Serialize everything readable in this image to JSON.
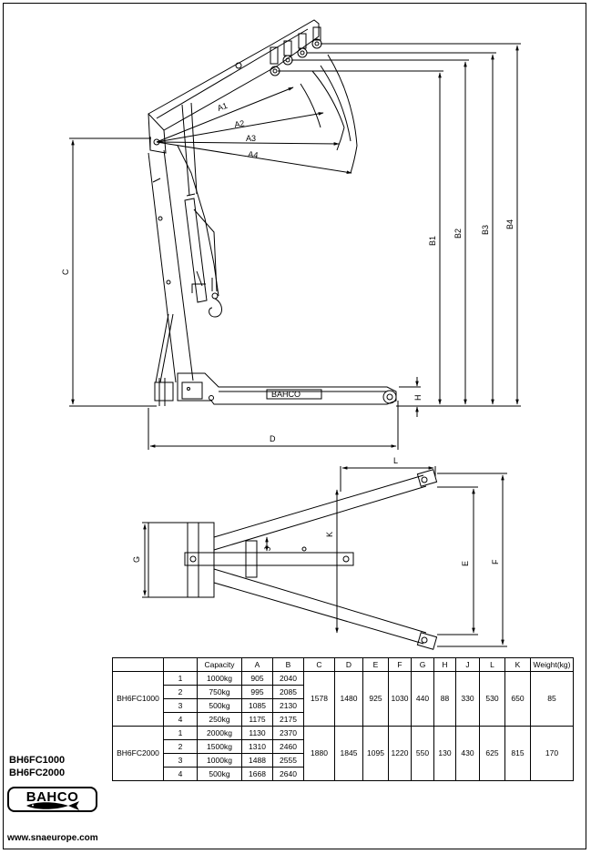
{
  "dimension_labels": {
    "a1": "A1",
    "a2": "A2",
    "a3": "A3",
    "a4": "A4",
    "b1": "B1",
    "b2": "B2",
    "b3": "B3",
    "b4": "B4",
    "c": "C",
    "d": "D",
    "h": "H",
    "g": "G",
    "k": "K",
    "j": "J",
    "l": "L",
    "e": "E",
    "f": "F"
  },
  "brand_plate": "BAHCO",
  "table": {
    "headers": [
      "",
      "",
      "Capacity",
      "A",
      "B",
      "C",
      "D",
      "E",
      "F",
      "G",
      "H",
      "J",
      "L",
      "K",
      "Weight(kg)"
    ],
    "models": [
      {
        "name": "BH6FC1000",
        "rows": [
          {
            "pos": "1",
            "capacity": "1000kg",
            "a": "905",
            "b": "2040"
          },
          {
            "pos": "2",
            "capacity": "750kg",
            "a": "995",
            "b": "2085"
          },
          {
            "pos": "3",
            "capacity": "500kg",
            "a": "1085",
            "b": "2130"
          },
          {
            "pos": "4",
            "capacity": "250kg",
            "a": "1175",
            "b": "2175"
          }
        ],
        "c": "1578",
        "d": "1480",
        "e": "925",
        "f": "1030",
        "g": "440",
        "h": "88",
        "j": "330",
        "l": "530",
        "k": "650",
        "weight": "85"
      },
      {
        "name": "BH6FC2000",
        "rows": [
          {
            "pos": "1",
            "capacity": "2000kg",
            "a": "1130",
            "b": "2370"
          },
          {
            "pos": "2",
            "capacity": "1500kg",
            "a": "1310",
            "b": "2460"
          },
          {
            "pos": "3",
            "capacity": "1000kg",
            "a": "1488",
            "b": "2555"
          },
          {
            "pos": "4",
            "capacity": "500kg",
            "a": "1668",
            "b": "2640"
          }
        ],
        "c": "1880",
        "d": "1845",
        "e": "1095",
        "f": "1220",
        "g": "550",
        "h": "130",
        "j": "430",
        "l": "625",
        "k": "815",
        "weight": "170"
      }
    ]
  },
  "models_title": [
    "BH6FC1000",
    "BH6FC2000"
  ],
  "logo_text": "BAHCO",
  "logo_icon": "fish-icon",
  "website": "www.snaeurope.com"
}
